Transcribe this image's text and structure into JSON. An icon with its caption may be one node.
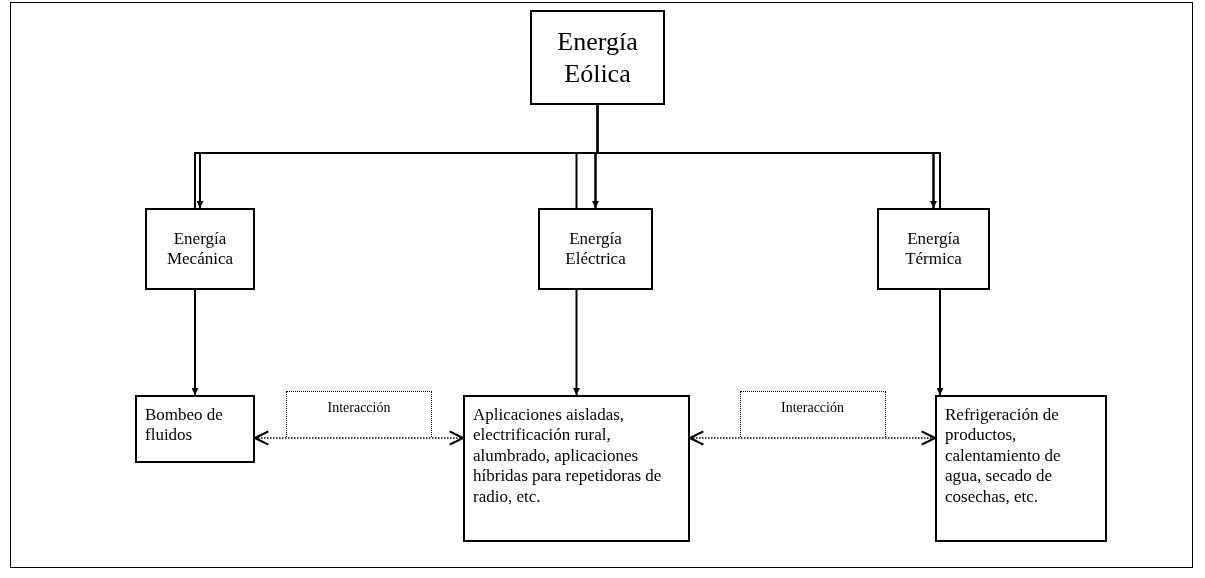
{
  "diagram": {
    "nodes": [
      {
        "text": [
          "Energía Eólica"
        ]
      },
      {
        "text": [
          "Energía Mecánica"
        ]
      },
      {
        "text": [
          "Energía Eléctrica"
        ]
      },
      {
        "text": [
          "Energía Térmica"
        ]
      },
      {
        "text": [
          "Bombeo de fluidos"
        ]
      },
      {
        "text": [
          "Aplicaciones aisladas, electrificación rural, alumbrado, aplicaciones híbridas para repetidoras de radio, etc."
        ]
      },
      {
        "text": [
          "Refrigeración de productos, calentamiento de agua, secado de cosechas, etc."
        ]
      }
    ],
    "edges": [
      {
        "from": 0,
        "to": 1,
        "arrow": "to"
      },
      {
        "from": 0,
        "to": 2,
        "arrow": "to"
      },
      {
        "from": 0,
        "to": 3,
        "arrow": "to"
      },
      {
        "from": 1,
        "to": 4,
        "arrow": "to"
      },
      {
        "from": 2,
        "to": 5,
        "arrow": "to"
      },
      {
        "from": 3,
        "to": 6,
        "arrow": "to"
      },
      {
        "from": 4,
        "to": 5,
        "arrow": "both",
        "label": "Interacción",
        "style": "dashed"
      },
      {
        "from": 5,
        "to": 6,
        "arrow": "both",
        "label": "Interacción",
        "style": "dashed"
      }
    ]
  }
}
